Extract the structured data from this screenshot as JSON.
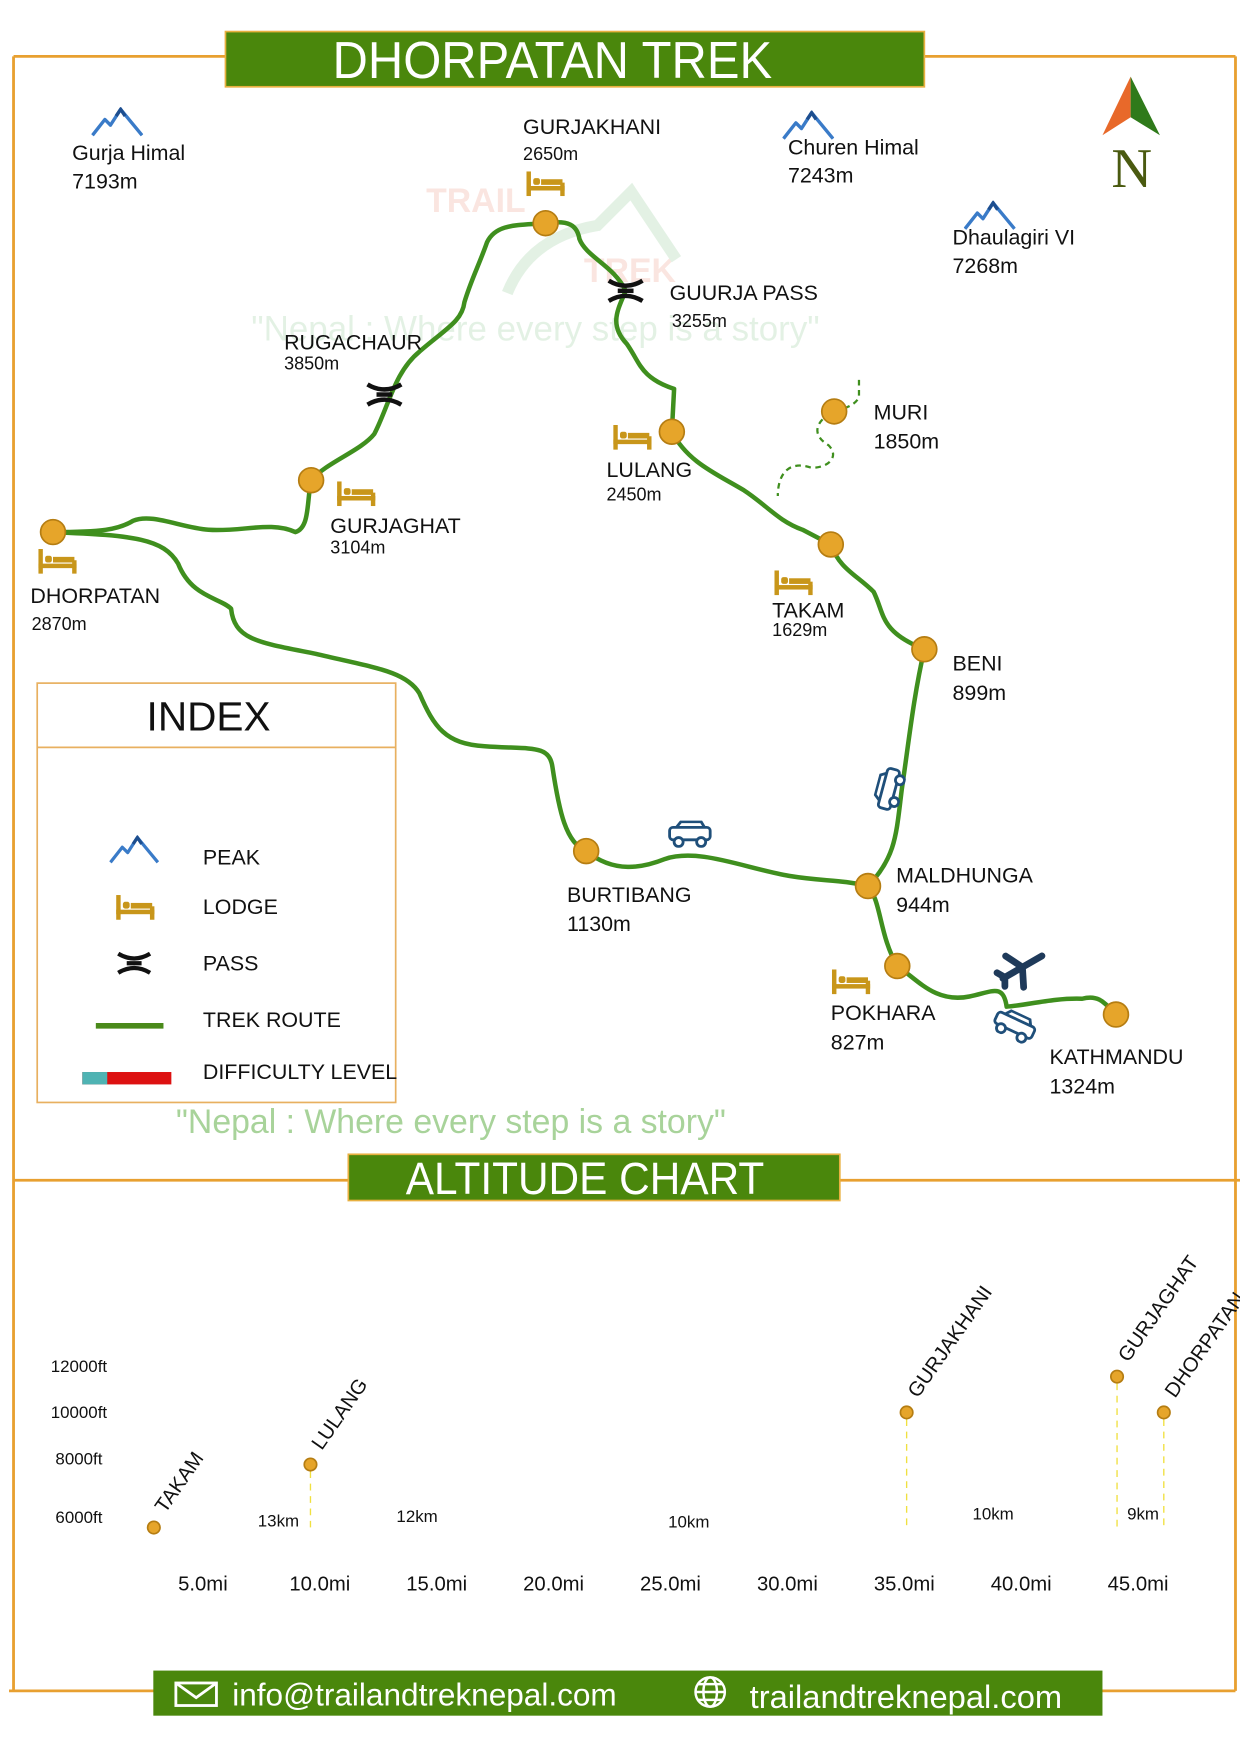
{
  "title": "DHORPATAN TREK",
  "compass": {
    "letter": "N",
    "colors": {
      "left": "#e8692a",
      "right": "#2f7a1a",
      "letter": "#4a5a10"
    }
  },
  "peaks": [
    {
      "name": "Gurja Himal",
      "altitude": "7193m"
    },
    {
      "name": "Churen Himal",
      "altitude": "7243m"
    },
    {
      "name": "Dhaulagiri VI",
      "altitude": "7268m"
    }
  ],
  "places": {
    "gurjakhani": {
      "name": "GURJAKHANI",
      "altitude": "2650m"
    },
    "guurja_pass": {
      "name": "GUURJA PASS",
      "altitude": "3255m"
    },
    "rugachaur": {
      "name": "RUGACHAUR",
      "altitude": "3850m"
    },
    "muri": {
      "name": "MURI",
      "altitude": "1850m"
    },
    "lulang": {
      "name": "LULANG",
      "altitude": "2450m"
    },
    "gurjaghat": {
      "name": "GURJAGHAT",
      "altitude": "3104m"
    },
    "dhorpatan": {
      "name": "DHORPATAN",
      "altitude": "2870m"
    },
    "takam": {
      "name": "TAKAM",
      "altitude": "1629m"
    },
    "beni": {
      "name": "BENI",
      "altitude": "899m"
    },
    "maldhunga": {
      "name": "MALDHUNGA",
      "altitude": "944m"
    },
    "burtibang": {
      "name": "BURTIBANG",
      "altitude": "1130m"
    },
    "pokhara": {
      "name": "POKHARA",
      "altitude": "827m"
    },
    "kathmandu": {
      "name": "KATHMANDU",
      "altitude": "1324m"
    }
  },
  "watermark": {
    "brand_top": "TRAIL",
    "brand_bottom": "TREK",
    "tagline": "\"Nepal : Where every step is a story\""
  },
  "index": {
    "title": "INDEX",
    "items": [
      {
        "icon": "peak-icon",
        "label": "PEAK"
      },
      {
        "icon": "lodge-icon",
        "label": "LODGE"
      },
      {
        "icon": "pass-icon",
        "label": "PASS"
      },
      {
        "icon": "trek-route-line",
        "label": "TREK ROUTE"
      },
      {
        "icon": "difficulty-bar",
        "label": "DIFFICULTY LEVEL",
        "level": 0.28
      }
    ]
  },
  "tagline": "\"Nepal : Where every step is a story\"",
  "colors": {
    "banner": "#4a870c",
    "border": "#e8a030",
    "route": "#3f8f1e",
    "node": "#e6a52a",
    "lodge": "#c8961a",
    "peak": "#3a7bc8",
    "easy": "#4fb3b3",
    "hard": "#dd1111",
    "tagline": "#a8d39a"
  },
  "chart_data": {
    "type": "scatter",
    "title": "ALTITUDE CHART",
    "xlabel": "",
    "ylabel": "",
    "x_ticks": [
      "5.0mi",
      "10.0mi",
      "15.0mi",
      "20.0mi",
      "25.0mi",
      "30.0mi",
      "35.0mi",
      "40.0mi",
      "45.0mi"
    ],
    "y_ticks": [
      "6000ft",
      "8000ft",
      "10000ft",
      "12000ft"
    ],
    "points": [
      {
        "label": "TAKAM",
        "x": 2.9,
        "y": 5650
      },
      {
        "label": "LULANG",
        "x": 9.6,
        "y": 7800
      },
      {
        "label": "GURJAKHANI",
        "x": 35.1,
        "y": 10000
      },
      {
        "label": "GURJAGHAT",
        "x": 44.1,
        "y": 11550
      },
      {
        "label": "DHORPATAN",
        "x": 46.1,
        "y": 10000
      }
    ],
    "segment_distances": [
      "13km",
      "12km",
      "10km",
      "10km",
      "9km"
    ],
    "grid": false
  },
  "footer": {
    "email": "info@trailandtreknepal.com",
    "website": "trailandtreknepal.com"
  }
}
